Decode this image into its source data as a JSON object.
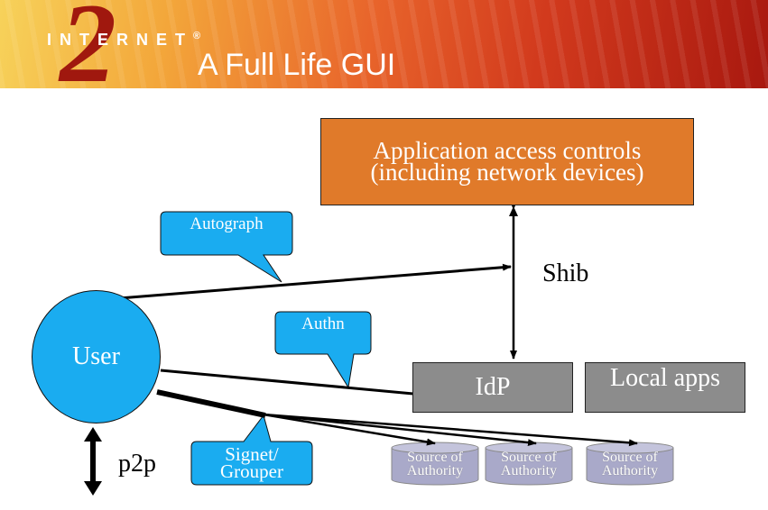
{
  "header": {
    "logo_text": "INTERNET",
    "logo_mark": "2",
    "logo_registered": "®",
    "title": "A Full Life GUI"
  },
  "boxes": {
    "app_line1": "Application access controls",
    "app_line2": "(including network devices)",
    "idp": "IdP",
    "local_apps": "Local apps"
  },
  "nodes": {
    "user": "User"
  },
  "labels": {
    "shib": "Shib",
    "p2p": "p2p"
  },
  "callouts": {
    "autograph": "Autograph",
    "authn": "Authn",
    "signet_line1": "Signet/",
    "signet_line2": "Grouper"
  },
  "sources": [
    {
      "line1": "Source of",
      "line2": "Authority"
    },
    {
      "line1": "Source of",
      "line2": "Authority"
    },
    {
      "line1": "Source of",
      "line2": "Authority"
    }
  ],
  "colors": {
    "callout": "#1aacf0",
    "app_box": "#e07a2a",
    "gray_box": "#8c8c8c",
    "source_cylinder": "#a9a9c9"
  }
}
